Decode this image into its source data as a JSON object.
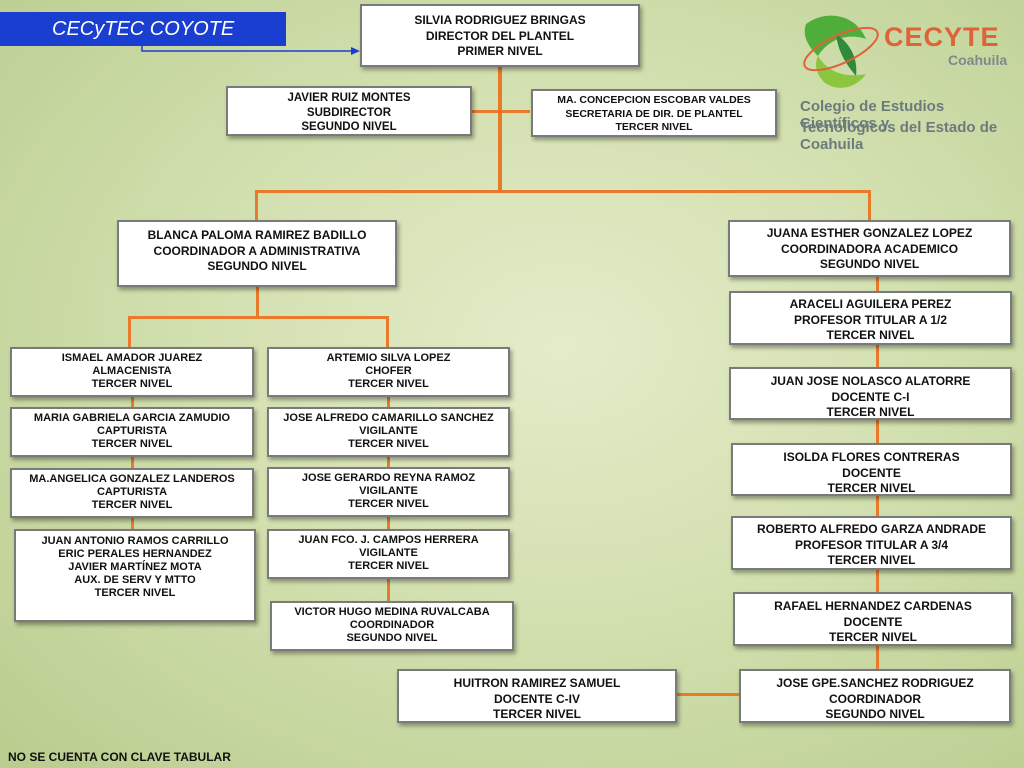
{
  "header": {
    "title": "CECyTEC COYOTE"
  },
  "logo": {
    "name": "CECYTE",
    "region": "Coahuila",
    "line1": "Colegio de Estudios Científicos y",
    "line2": "Tecnológicos del Estado de Coahuila"
  },
  "footer": {
    "note": "NO SE CUENTA CON CLAVE TABULAR"
  },
  "nodes": {
    "director": [
      "SILVIA RODRIGUEZ BRINGAS",
      "DIRECTOR DEL PLANTEL",
      "PRIMER NIVEL"
    ],
    "subdirector": [
      "JAVIER RUIZ MONTES",
      "SUBDIRECTOR",
      "SEGUNDO NIVEL"
    ],
    "secretaria": [
      "MA. CONCEPCION ESCOBAR VALDES",
      "SECRETARIA DE DIR. DE PLANTEL",
      "TERCER NIVEL"
    ],
    "coord_admin": [
      "BLANCA PALOMA RAMIREZ BADILLO",
      "COORDINADOR A  ADMINISTRATIVA",
      "SEGUNDO NIVEL"
    ],
    "coord_acad": [
      "JUANA ESTHER GONZALEZ LOPEZ",
      "COORDINADORA  ACADEMICO",
      "SEGUNDO NIVEL"
    ],
    "almacenista": [
      "ISMAEL AMADOR JUAREZ",
      "ALMACENISTA",
      "TERCER NIVEL"
    ],
    "capturista1": [
      "MARIA GABRIELA GARCIA ZAMUDIO",
      "CAPTURISTA",
      "TERCER NIVEL"
    ],
    "capturista2": [
      "MA.ANGELICA GONZALEZ LANDEROS",
      "CAPTURISTA",
      "TERCER NIVEL"
    ],
    "aux_serv": [
      "JUAN ANTONIO RAMOS CARRILLO",
      "ERIC PERALES HERNANDEZ",
      "JAVIER MARTÍNEZ MOTA",
      "AUX. DE SERV Y MTTO",
      "TERCER NIVEL"
    ],
    "chofer": [
      "ARTEMIO SILVA LOPEZ",
      "CHOFER",
      "TERCER NIVEL"
    ],
    "vigilante1": [
      "JOSE ALFREDO CAMARILLO SANCHEZ",
      "VIGILANTE",
      "TERCER NIVEL"
    ],
    "vigilante2": [
      "JOSE GERARDO REYNA RAMOZ",
      "VIGILANTE",
      "TERCER NIVEL"
    ],
    "vigilante3": [
      "JUAN FCO. J. CAMPOS HERRERA",
      "VIGILANTE",
      "TERCER NIVEL"
    ],
    "coordinador_vh": [
      "VICTOR HUGO MEDINA RUVALCABA",
      "COORDINADOR",
      "SEGUNDO NIVEL"
    ],
    "prof_araceli": [
      "ARACELI AGUILERA PEREZ",
      "PROFESOR TITULAR A 1/2",
      "TERCER NIVEL"
    ],
    "docente_nolasco": [
      "JUAN JOSE NOLASCO ALATORRE",
      "DOCENTE C-I",
      "TERCER NIVEL"
    ],
    "docente_isolda": [
      "ISOLDA FLORES CONTRERAS",
      "DOCENTE",
      "TERCER NIVEL"
    ],
    "prof_roberto": [
      "ROBERTO ALFREDO GARZA ANDRADE",
      "PROFESOR TITULAR A 3/4",
      "TERCER NIVEL"
    ],
    "docente_rafael": [
      "RAFAEL HERNANDEZ CARDENAS",
      "DOCENTE",
      "TERCER NIVEL"
    ],
    "coordinador_jose": [
      "JOSE GPE.SANCHEZ RODRIGUEZ",
      "COORDINADOR",
      "SEGUNDO NIVEL"
    ],
    "docente_huitron": [
      "HUITRON RAMIREZ SAMUEL",
      "DOCENTE C-IV",
      "TERCER NIVEL"
    ]
  }
}
